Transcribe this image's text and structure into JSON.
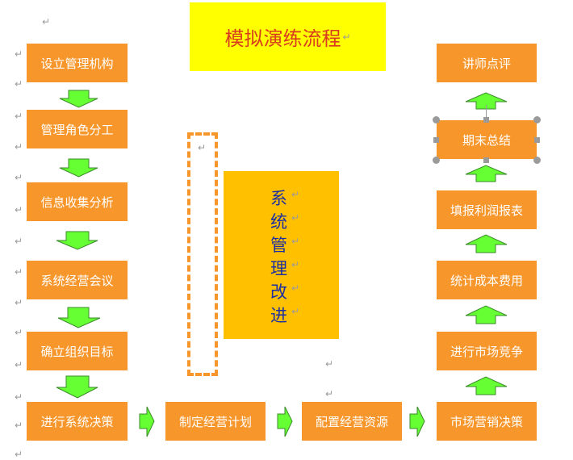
{
  "title": "模拟演练流程",
  "paragraph_mark": "↵",
  "left_column": [
    "设立管理机构",
    "管理角色分工",
    "信息收集分析",
    "系统经营会议",
    "确立组织目标",
    "进行系统决策"
  ],
  "bottom_row": [
    "制定经营计划",
    "配置经营资源",
    "市场营销决策"
  ],
  "right_column": [
    "进行市场竞争",
    "统计成本费用",
    "填报利润报表",
    "期末总结",
    "讲师点评"
  ],
  "center_text": [
    "系",
    "统",
    "管",
    "理",
    "改",
    "进"
  ],
  "colors": {
    "box": "#f7962b",
    "title_bg": "#ffff00",
    "center_bg": "#ffc000",
    "arrow": "#66ff33",
    "title_text": "#d83b1f",
    "center_text": "#1d2fa0"
  }
}
